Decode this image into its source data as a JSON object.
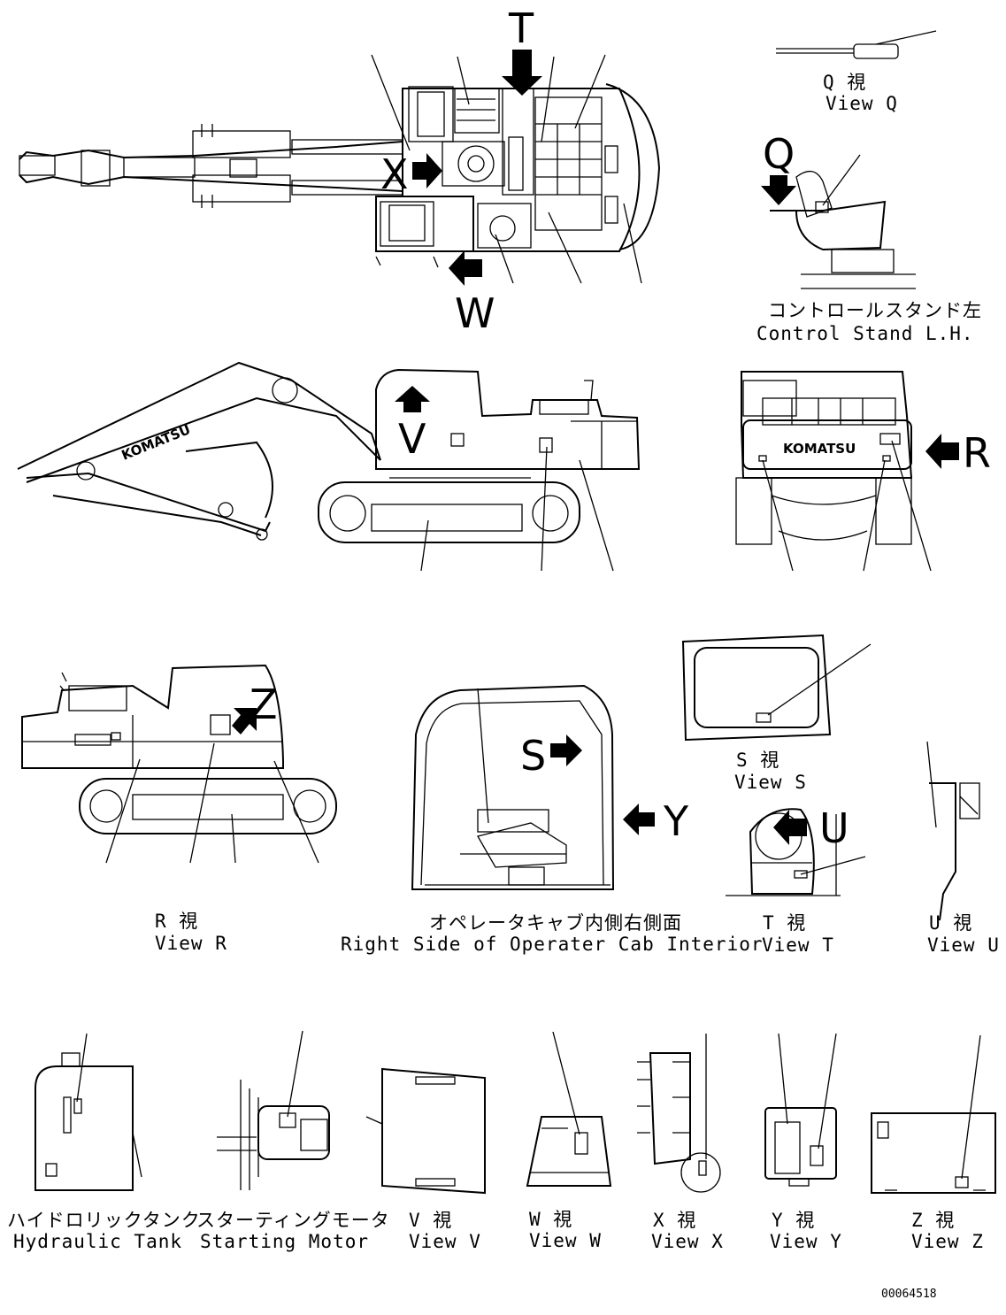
{
  "view_letters": {
    "t": "T",
    "x": "X",
    "w": "W",
    "q": "Q",
    "v": "V",
    "r": "R",
    "z": "Z",
    "s": "S",
    "y": "Y",
    "u": "U"
  },
  "brand": "KOMATSU",
  "captions": {
    "view_q": {
      "jp": "Q  視",
      "en": "View Q"
    },
    "control_stand": {
      "jp": "コントロールスタンド左",
      "en": "Control Stand L.H."
    },
    "view_r": {
      "jp": "R  視",
      "en": "View R"
    },
    "cab_interior": {
      "jp": "オペレータキャブ内側右側面",
      "en": "Right Side of Operater Cab Interior"
    },
    "view_s": {
      "jp": "S  視",
      "en": "View S"
    },
    "view_t": {
      "jp": "T  視",
      "en": "View T"
    },
    "view_u": {
      "jp": "U  視",
      "en": "View U"
    },
    "hyd_tank": {
      "jp": "ハイドロリックタンク",
      "en": "Hydraulic Tank"
    },
    "start_motor": {
      "jp": "スターティングモータ",
      "en": "Starting Motor"
    },
    "view_v": {
      "jp": "V  視",
      "en": "View V"
    },
    "view_w": {
      "jp": "W  視",
      "en": "View W"
    },
    "view_x": {
      "jp": "X  視",
      "en": "View X"
    },
    "view_y": {
      "jp": "Y  視",
      "en": "View Y"
    },
    "view_z": {
      "jp": "Z  視",
      "en": "View Z"
    }
  },
  "drawing_number": "00064518",
  "icons": [
    "view-arrow-icon"
  ]
}
